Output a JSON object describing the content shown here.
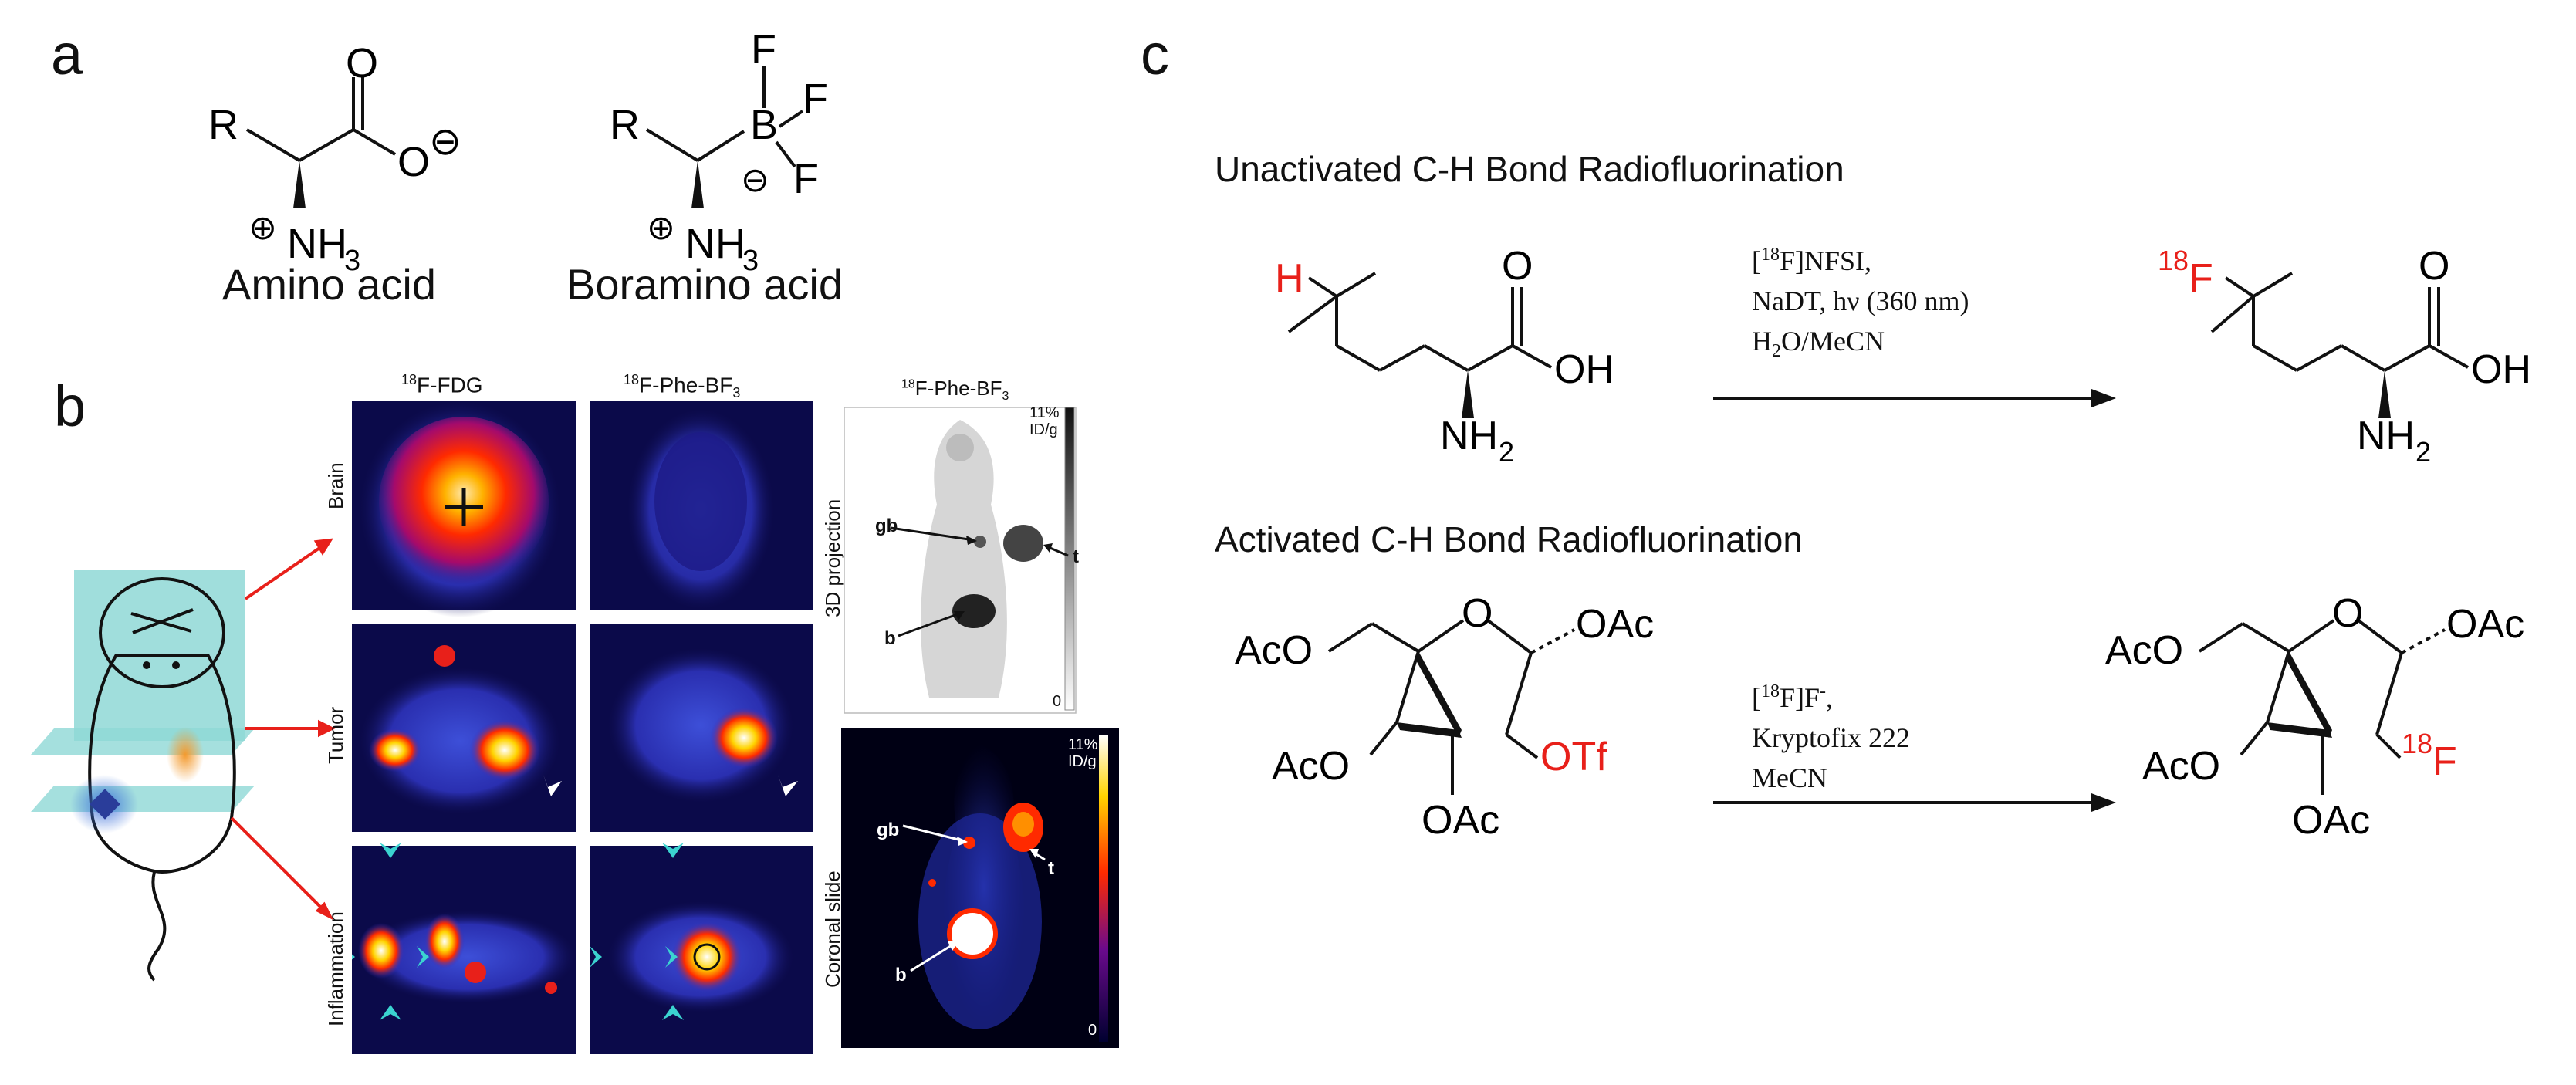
{
  "panel_a": {
    "letter": "a",
    "caption_left": "Amino acid",
    "caption_right": "Boramino acid",
    "left_labels": {
      "r": "R",
      "o": "O",
      "o_minus": "O",
      "charge_minus": "⊖",
      "charge_plus": "⊕",
      "nh3": "NH",
      "sub3": "3"
    },
    "right_labels": {
      "r": "R",
      "b": "B",
      "f1": "F",
      "f2": "F",
      "f3": "F",
      "charge_minus": "⊖",
      "charge_plus": "⊕",
      "nh3": "NH",
      "sub3": "3"
    }
  },
  "panel_b": {
    "letter": "b",
    "col_fdg": "F-FDG",
    "col_fdg_sup": "18",
    "col_phe": "F-Phe-BF",
    "col_phe_sup": "18",
    "col_phe_sub": "3",
    "row_brain": "Brain",
    "row_tumor": "Tumor",
    "row_inflammation": "Inflammation",
    "projection": {
      "title": "F-Phe-BF",
      "title_sup": "18",
      "title_sub": "3",
      "side_label": "3D projection",
      "scale_top": "11%",
      "scale_unit": "ID/g",
      "scale_bottom": "0",
      "gb": "gb",
      "t": "t",
      "b": "b"
    },
    "coronal": {
      "side_label": "Coronal slide",
      "scale_top": "11%",
      "scale_unit": "ID/g",
      "scale_bottom": "0",
      "gb": "gb",
      "t": "t",
      "b": "b"
    },
    "colors": {
      "pet_bg": "#0b0a4a",
      "hot": "#ff2a00",
      "arrow": "#e8201a",
      "cyan": "#3bd3d0"
    }
  },
  "panel_c": {
    "letter": "c",
    "heading1": "Unactivated C-H Bond Radiofluorination",
    "heading2": "Activated C-H Bond Radiofluorination",
    "rxn1_conditions": [
      "[",
      "18",
      "F]NFSI,",
      "NaDT, hν (360 nm)",
      "H",
      "2",
      "O/MeCN"
    ],
    "rxn1_left": {
      "h": "H",
      "o": "O",
      "oh": "OH",
      "nh": "NH",
      "sub2": "2"
    },
    "rxn1_right": {
      "f_sup": "18",
      "f": "F",
      "o": "O",
      "oh": "OH",
      "nh": "NH",
      "sub2": "2"
    },
    "rxn2_conditions": [
      "[",
      "18",
      "F]F",
      "-",
      ",",
      "Kryptofix 222",
      "MeCN"
    ],
    "rxn2_left": {
      "aco_top": "AcO",
      "o_ring": "O",
      "oac_right": "OAc",
      "aco_left": "AcO",
      "otf": "OTf",
      "oac_bottom": "OAc"
    },
    "rxn2_right": {
      "aco_top": "AcO",
      "o_ring": "O",
      "oac_right": "OAc",
      "aco_left": "AcO",
      "f_sup": "18",
      "f": "F",
      "oac_bottom": "OAc"
    }
  }
}
